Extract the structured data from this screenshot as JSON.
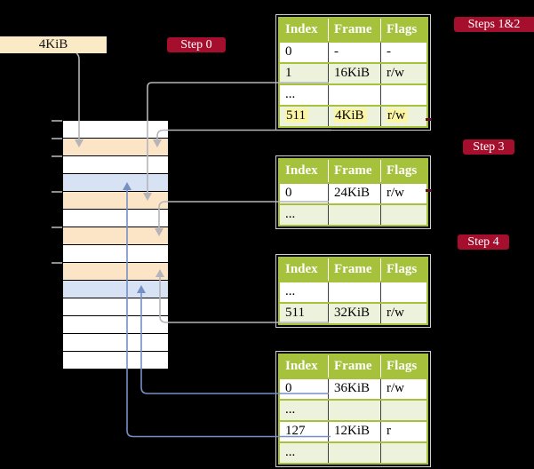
{
  "labels": {
    "frame_size": "4KiB"
  },
  "steps": [
    {
      "text": "Step 0"
    },
    {
      "text": "Steps 1&2"
    },
    {
      "text": "Step 3"
    },
    {
      "text": "Step 4"
    }
  ],
  "strip": {
    "rows": [
      "white",
      "peach",
      "white",
      "blue",
      "peach",
      "white",
      "peach",
      "white",
      "peach",
      "blue",
      "white",
      "white",
      "white",
      "white"
    ],
    "tick_offsets": [
      0,
      20,
      40,
      80,
      120,
      160
    ]
  },
  "tables": [
    {
      "header": [
        "Index",
        "Frame",
        "Flags"
      ],
      "rows": [
        {
          "cells": [
            "0",
            "-",
            "-"
          ],
          "bg": "white",
          "highlight": false
        },
        {
          "cells": [
            "1",
            "16KiB",
            "r/w"
          ],
          "bg": "green",
          "highlight": false
        },
        {
          "cells": [
            "...",
            "",
            ""
          ],
          "bg": "white",
          "highlight": false
        },
        {
          "cells": [
            "511",
            "4KiB",
            "r/w"
          ],
          "bg": "green",
          "highlight": true
        }
      ]
    },
    {
      "header": [
        "Index",
        "Frame",
        "Flags"
      ],
      "rows": [
        {
          "cells": [
            "0",
            "24KiB",
            "r/w"
          ],
          "bg": "white",
          "highlight": false
        },
        {
          "cells": [
            "...",
            "",
            ""
          ],
          "bg": "green",
          "highlight": false
        }
      ]
    },
    {
      "header": [
        "Index",
        "Frame",
        "Flags"
      ],
      "rows": [
        {
          "cells": [
            "...",
            "",
            ""
          ],
          "bg": "white",
          "highlight": false
        },
        {
          "cells": [
            "511",
            "32KiB",
            "r/w"
          ],
          "bg": "green",
          "highlight": false
        }
      ]
    },
    {
      "header": [
        "Index",
        "Frame",
        "Flags"
      ],
      "rows": [
        {
          "cells": [
            "0",
            "36KiB",
            "r/w"
          ],
          "bg": "white",
          "highlight": false
        },
        {
          "cells": [
            "...",
            "",
            ""
          ],
          "bg": "green",
          "highlight": false
        },
        {
          "cells": [
            "127",
            "12KiB",
            "r"
          ],
          "bg": "white",
          "highlight": false
        },
        {
          "cells": [
            "...",
            "",
            ""
          ],
          "bg": "green",
          "highlight": false
        }
      ]
    }
  ],
  "colors": {
    "background": "#000000",
    "accent_red": "#a50e2d",
    "label_cream": "#faeac6",
    "table_header_green": "#a6c13c",
    "row_green": "#edf2dc",
    "row_white": "#ffffff",
    "frame_peach": "#fce4c7",
    "frame_blue": "#d7e3f4",
    "highlight_yellow": "#fbf6a6",
    "line_gray": "#b4b4ba",
    "line_blue": "#7590c5"
  }
}
